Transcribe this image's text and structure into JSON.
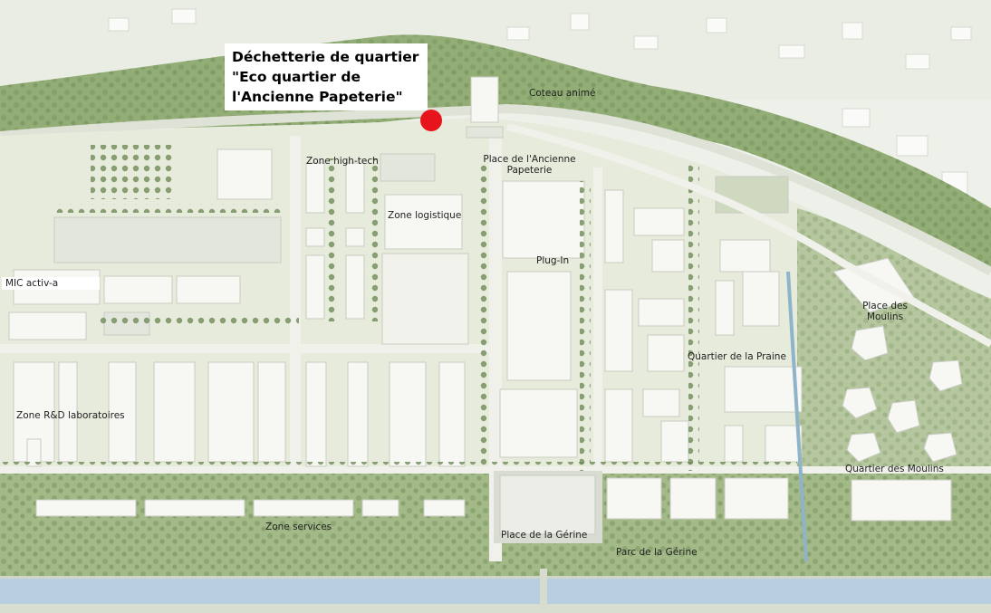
{
  "callout": {
    "lines": [
      "Déchetterie de quartier",
      "\"Eco quartier de",
      "l'Ancienne Papeterie\""
    ]
  },
  "labels": {
    "coteau_anime": "Coteau animé",
    "zone_high_tech": "Zone high-tech",
    "place_ancienne_papeterie": [
      "Place de l'Ancienne",
      "Papeterie"
    ],
    "zone_logistique": "Zone logistique",
    "plug_in": "Plug-In",
    "mic_activa": "MIC activ-a",
    "place_des_moulins": [
      "Place des",
      "Moulins"
    ],
    "quartier_de_la_praine": "Quartier de la Praine",
    "zone_rd_laboratoires": "Zone R&D laboratoires",
    "quartier_des_moulins": "Quartier des Moulins",
    "zone_services": "Zone services",
    "place_de_la_gerine": "Place de la Gérine",
    "parc_de_la_gerine": "Parc de la Gérine"
  },
  "colors": {
    "marker": "#e8141b",
    "vegetation": "#93ad76",
    "ground": "#e6ebdc",
    "river": "#b8cfe0",
    "building": "#f7f7f3"
  }
}
